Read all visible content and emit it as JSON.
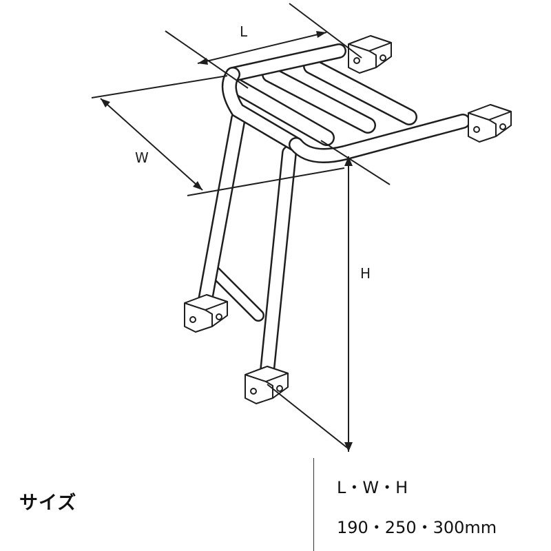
{
  "diagram": {
    "dimension_labels": {
      "length": "L",
      "width": "W",
      "height": "H"
    }
  },
  "size_table": {
    "title": "サイズ",
    "header": "L・W・H",
    "values": "190・250・300mm"
  }
}
